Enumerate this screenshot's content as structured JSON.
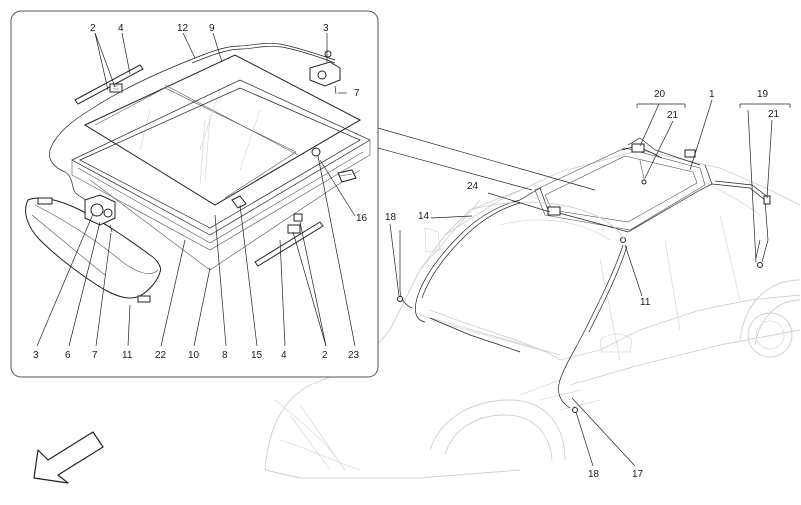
{
  "callouts": {
    "inset_top": [
      "2",
      "4",
      "12",
      "9",
      "3",
      "7"
    ],
    "inset_right": [
      "16"
    ],
    "inset_bottom": [
      "3",
      "6",
      "7",
      "11",
      "22",
      "10",
      "8",
      "15",
      "4",
      "2",
      "23"
    ],
    "vehicle": [
      "20",
      "1",
      "19",
      "21",
      "21",
      "24",
      "18",
      "14",
      "11",
      "18",
      "17"
    ]
  },
  "direction_arrow": "arrow-icon"
}
